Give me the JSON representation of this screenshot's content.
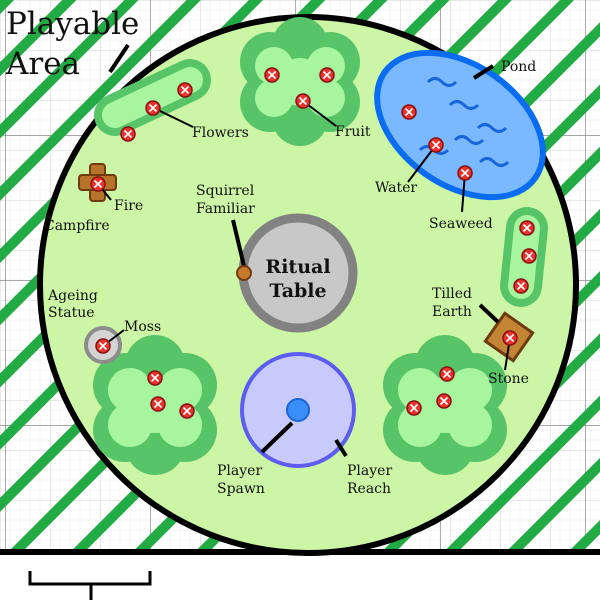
{
  "title": {
    "line1": "Playable",
    "line2": "Area"
  },
  "colors": {
    "grass": "#ccf5a6",
    "hatch": "#22aa44",
    "bush_outer": "#58c468",
    "bush_inner": "#a8f5a0",
    "resource": "#e8332c",
    "water": "#7ab8ff",
    "water_edge": "#0a6cf0",
    "stone_gray": "#8c8c8c",
    "reach": "#c8cafb",
    "reach_edge": "#5c5cf0",
    "wood": "#b8732a"
  },
  "labels": {
    "flowers": "Flowers",
    "fruit": "Fruit",
    "pond": "Pond",
    "water": "Water",
    "seaweed": "Seaweed",
    "fire": "Fire",
    "campfire": "Campfire",
    "squirrel_1": "Squirrel",
    "squirrel_2": "Familiar",
    "ritual_1": "Ritual",
    "ritual_2": "Table",
    "ageing_1": "Ageing",
    "ageing_2": "Statue",
    "moss": "Moss",
    "tilled_1": "Tilled",
    "tilled_2": "Earth",
    "stone": "Stone",
    "spawn_1": "Player",
    "spawn_2": "Spawn",
    "reach_1": "Player",
    "reach_2": "Reach"
  },
  "icons": {
    "resource": "red-x-marker",
    "campfire": "campfire-icon",
    "statue": "statue-icon",
    "tilled_earth": "tilled-earth-icon",
    "squirrel": "squirrel-icon"
  }
}
